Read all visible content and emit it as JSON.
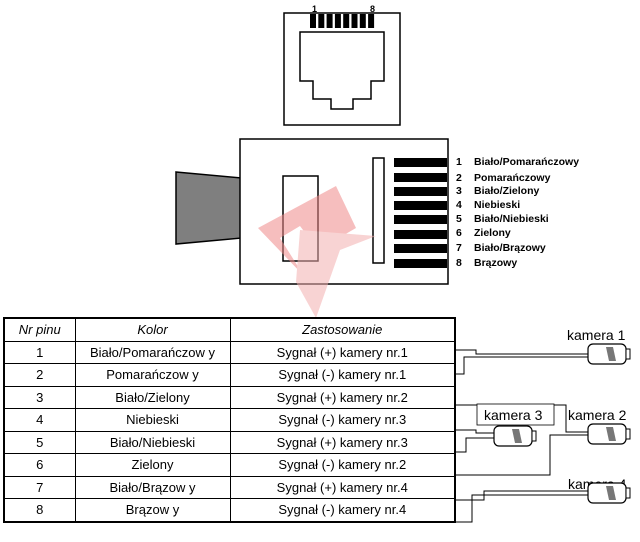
{
  "socket": {
    "pin_first": "1",
    "pin_last": "8"
  },
  "wire_legend": [
    {
      "num": "1",
      "name": "Biało/Pomarańczowy"
    },
    {
      "num": "2",
      "name": "Pomarańczowy"
    },
    {
      "num": "3",
      "name": "Biało/Zielony"
    },
    {
      "num": "4",
      "name": "Niebieski"
    },
    {
      "num": "5",
      "name": "Biało/Niebieski"
    },
    {
      "num": "6",
      "name": "Zielony"
    },
    {
      "num": "7",
      "name": "Biało/Brązowy"
    },
    {
      "num": "8",
      "name": "Brązowy"
    }
  ],
  "table": {
    "headers": [
      "Nr pinu",
      "Kolor",
      "Zastosowanie"
    ],
    "rows": [
      [
        "1",
        "Biało/Pomarańczow y",
        "Sygnał (+) kamery nr.1"
      ],
      [
        "2",
        "Pomarańczow y",
        "Sygnał (-) kamery nr.1"
      ],
      [
        "3",
        "Biało/Zielony",
        "Sygnał (+) kamery nr.2"
      ],
      [
        "4",
        "Niebieski",
        "Sygnał (-) kamery nr.3"
      ],
      [
        "5",
        "Biało/Niebieski",
        "Sygnał (+) kamery nr.3"
      ],
      [
        "6",
        "Zielony",
        "Sygnał (-) kamery nr.2"
      ],
      [
        "7",
        "Biało/Brązow y",
        "Sygnał (+) kamery nr.4"
      ],
      [
        "8",
        "Brązow y",
        "Sygnał (-) kamery nr.4"
      ]
    ]
  },
  "cameras": {
    "cam1": "kamera 1",
    "cam2": "kamera 2",
    "cam3": "kamera 3",
    "cam4": "kamera 4"
  },
  "colors": {
    "line": "#000000",
    "cable": "#7f7f7f",
    "watermark": "#f4b8b8"
  }
}
